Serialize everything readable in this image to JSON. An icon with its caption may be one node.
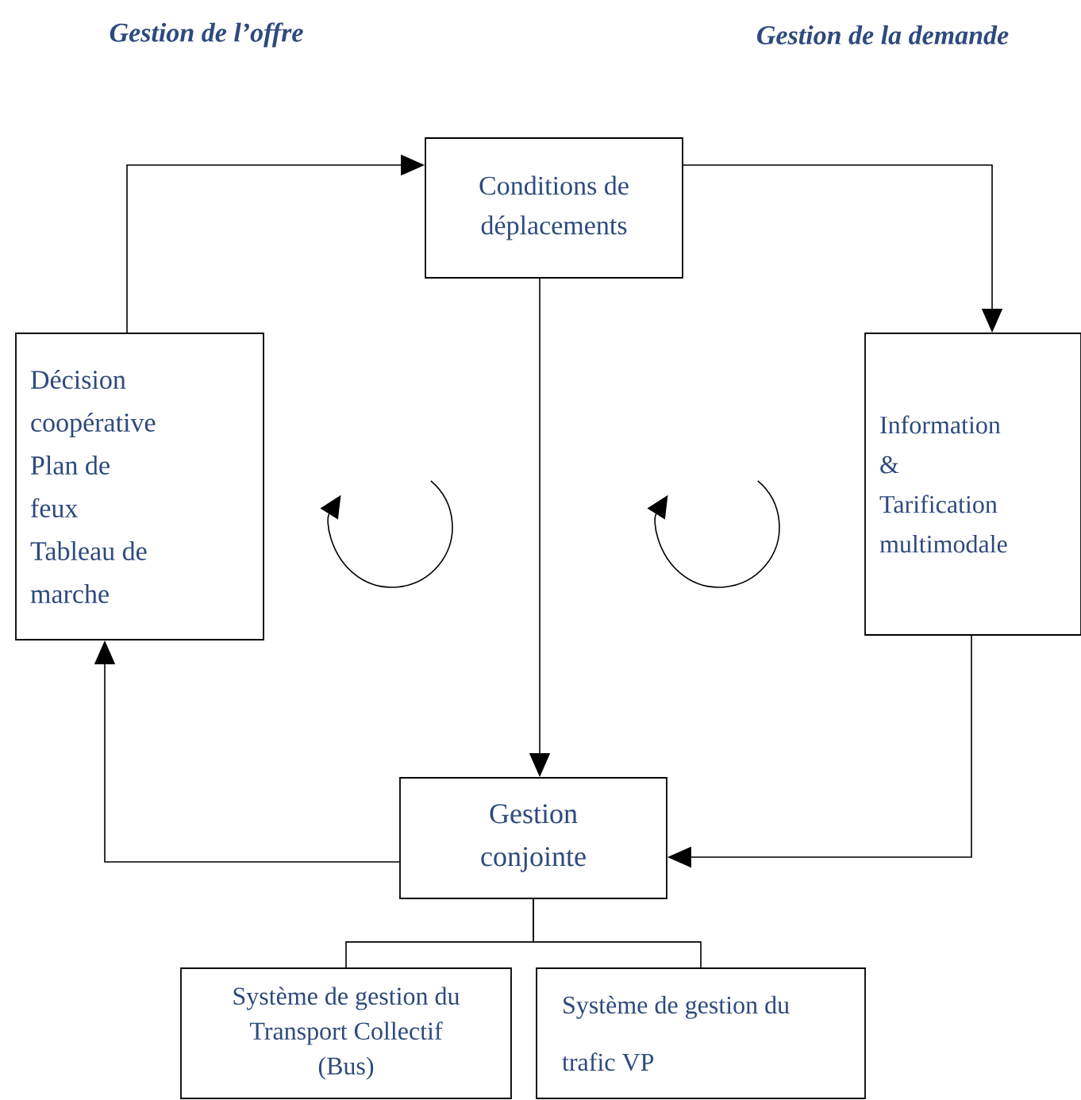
{
  "diagram": {
    "nodes": [
      {
        "text": [
          "Conditions de déplacements"
        ]
      },
      {
        "text": [
          "Décision coopérative",
          "Plan de feux",
          "Tableau de marche"
        ]
      },
      {
        "text": [
          "Information & Tarification multimodale"
        ]
      },
      {
        "text": [
          "Gestion conjointe"
        ]
      },
      {
        "text": [
          "Système de gestion du Transport Collectif (Bus)"
        ]
      },
      {
        "text": [
          "Système de gestion du trafic VP"
        ]
      }
    ],
    "edges": [
      {
        "from": 1,
        "to": 0,
        "arrow": "to"
      },
      {
        "from": 0,
        "to": 2,
        "arrow": "to"
      },
      {
        "from": 0,
        "to": 3,
        "arrow": "to"
      },
      {
        "from": 2,
        "to": 3,
        "arrow": "to"
      },
      {
        "from": 3,
        "to": 1,
        "arrow": "to"
      },
      {
        "from": 3,
        "to": 4,
        "arrow": "none"
      },
      {
        "from": 3,
        "to": 5,
        "arrow": "none"
      }
    ],
    "labels": [
      "Gestion de l’offre",
      "Gestion de la demande"
    ]
  }
}
